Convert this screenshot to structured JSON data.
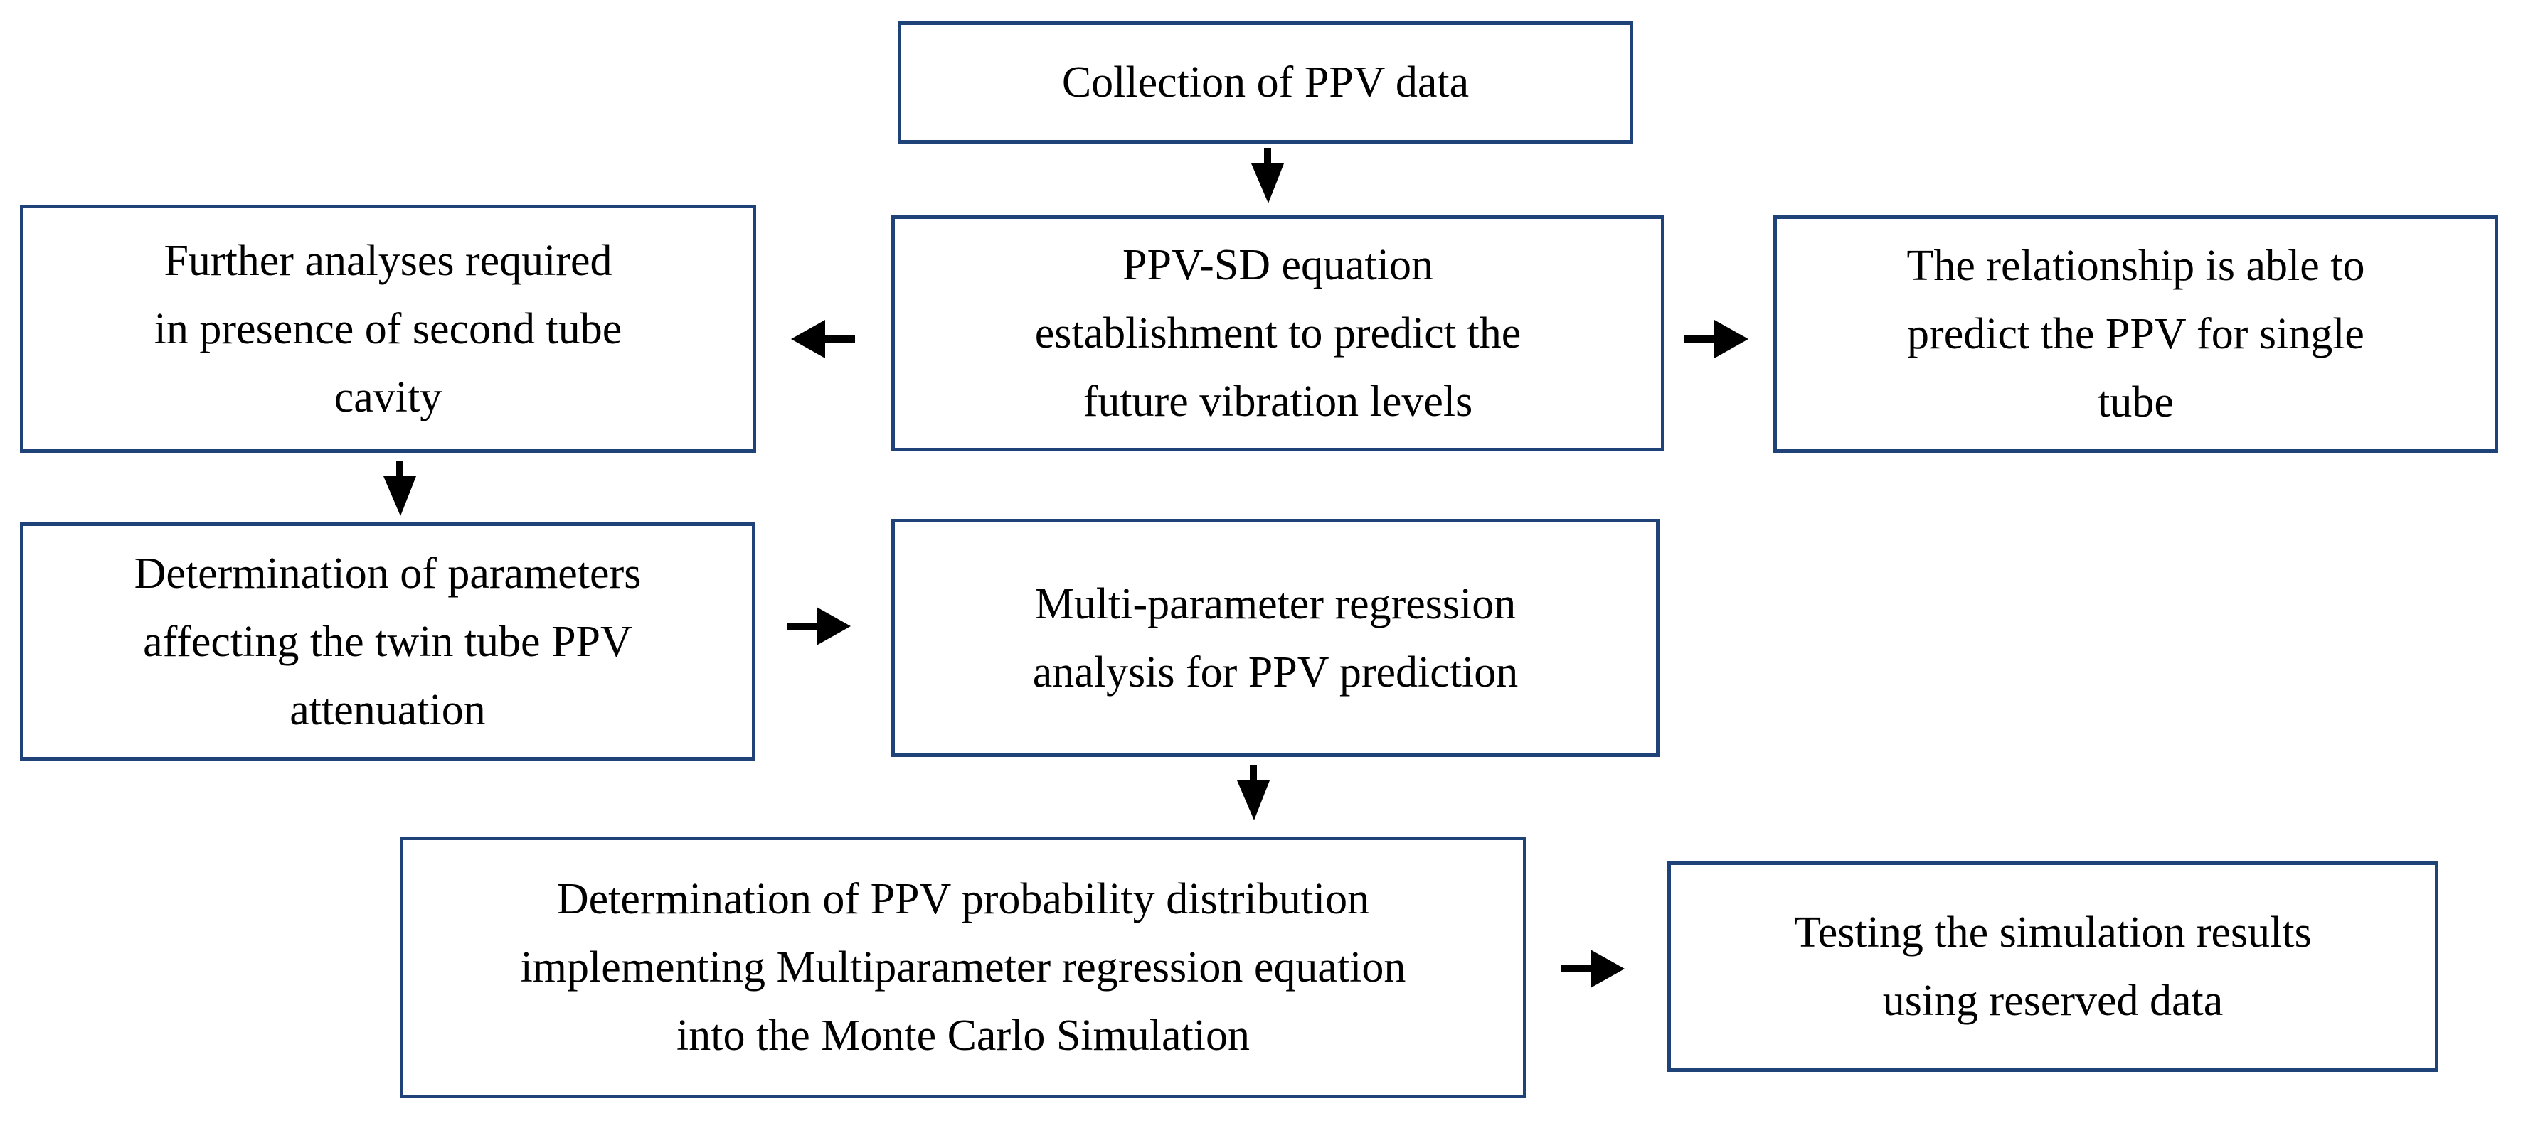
{
  "colors": {
    "box_border": "#1f4279",
    "arrow": "#000000",
    "text": "#000000",
    "background": "#ffffff"
  },
  "boxes": {
    "top": {
      "id": "collection-of-ppv-data",
      "lines": [
        "Collection of PPV data"
      ]
    },
    "row2_left": {
      "id": "further-analyses-second-tube-cavity",
      "lines": [
        "Further analyses required",
        "in presence of second tube",
        "cavity"
      ]
    },
    "row2_center": {
      "id": "ppv-sd-equation-establishment",
      "lines": [
        "PPV-SD equation",
        "establishment to predict the",
        "future vibration levels"
      ]
    },
    "row2_right": {
      "id": "relationship-predicts-single-tube-ppv",
      "lines": [
        "The relationship is able to",
        "predict the PPV for single",
        "tube"
      ]
    },
    "row3_left": {
      "id": "determination-of-parameters-twin-tube",
      "lines": [
        "Determination of parameters",
        "affecting the twin tube PPV",
        "attenuation"
      ]
    },
    "row3_center": {
      "id": "multi-parameter-regression-analysis",
      "lines": [
        "Multi-parameter regression",
        "analysis for PPV prediction"
      ]
    },
    "bottom_left": {
      "id": "ppv-probability-distribution-monte-carlo",
      "lines": [
        "Determination of PPV probability distribution",
        "implementing Multiparameter regression equation",
        "into the Monte Carlo Simulation"
      ]
    },
    "bottom_right": {
      "id": "testing-simulation-results",
      "lines": [
        "Testing the simulation results",
        "using reserved data"
      ]
    }
  },
  "connectors": [
    {
      "from": "collection-of-ppv-data",
      "to": "ppv-sd-equation-establishment",
      "direction": "down"
    },
    {
      "from": "ppv-sd-equation-establishment",
      "to": "further-analyses-second-tube-cavity",
      "direction": "left"
    },
    {
      "from": "ppv-sd-equation-establishment",
      "to": "relationship-predicts-single-tube-ppv",
      "direction": "right"
    },
    {
      "from": "further-analyses-second-tube-cavity",
      "to": "determination-of-parameters-twin-tube",
      "direction": "down"
    },
    {
      "from": "determination-of-parameters-twin-tube",
      "to": "multi-parameter-regression-analysis",
      "direction": "right"
    },
    {
      "from": "multi-parameter-regression-analysis",
      "to": "ppv-probability-distribution-monte-carlo",
      "direction": "down"
    },
    {
      "from": "ppv-probability-distribution-monte-carlo",
      "to": "testing-simulation-results",
      "direction": "right"
    }
  ]
}
